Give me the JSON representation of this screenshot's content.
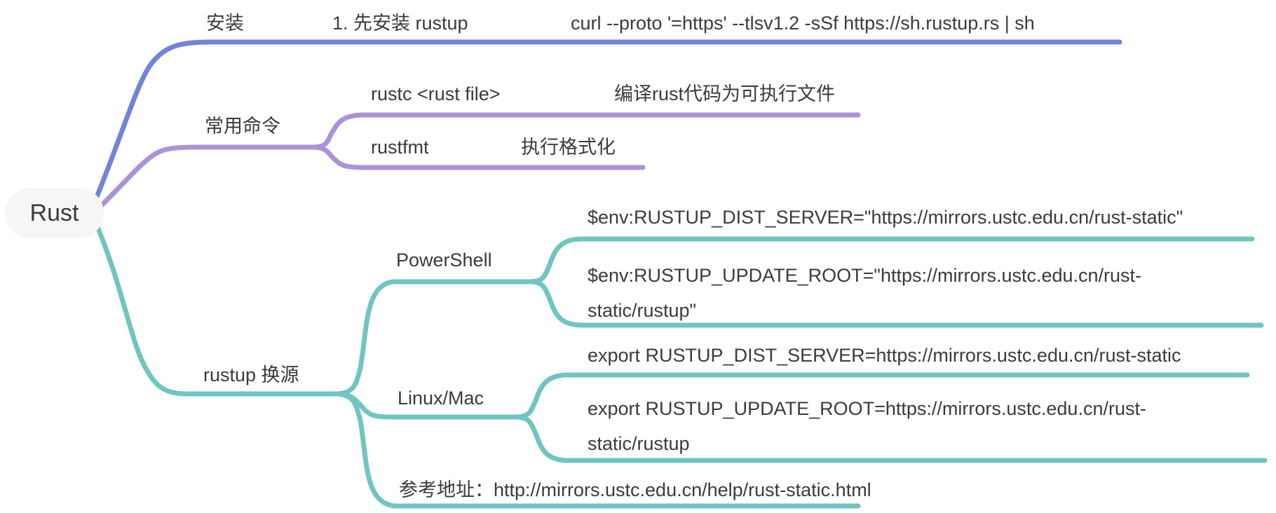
{
  "colors": {
    "canvas-bg": "#ffffff",
    "root-bg": "#f6f6f6",
    "node-text": "#3b3b3b",
    "branch-install": "#7383d8",
    "branch-commands": "#ab93da",
    "branch-mirror": "#70c5c1"
  },
  "root": {
    "label": "Rust"
  },
  "branches": [
    {
      "label": "安装",
      "color": "#7383d8",
      "children": [
        {
          "label": "1. 先安装 rustup",
          "children": [
            {
              "label": "curl --proto '=https' --tlsv1.2 -sSf https://sh.rustup.rs | sh"
            }
          ]
        }
      ]
    },
    {
      "label": "常用命令",
      "color": "#ab93da",
      "children": [
        {
          "label": "rustc <rust file>",
          "children": [
            {
              "label": "编译rust代码为可执行文件"
            }
          ]
        },
        {
          "label": "rustfmt",
          "children": [
            {
              "label": "执行格式化"
            }
          ]
        }
      ]
    },
    {
      "label": "rustup 换源",
      "color": "#70c5c1",
      "children": [
        {
          "label": "PowerShell",
          "children": [
            {
              "lines": [
                "$env:RUSTUP_DIST_SERVER=\"https://mirrors.ustc.edu.cn/rust-static\""
              ]
            },
            {
              "lines": [
                "$env:RUSTUP_UPDATE_ROOT=\"https://mirrors.ustc.edu.cn/rust-",
                "static/rustup\""
              ]
            }
          ]
        },
        {
          "label": "Linux/Mac",
          "children": [
            {
              "lines": [
                "export RUSTUP_DIST_SERVER=https://mirrors.ustc.edu.cn/rust-static"
              ]
            },
            {
              "lines": [
                "export RUSTUP_UPDATE_ROOT=https://mirrors.ustc.edu.cn/rust-",
                "static/rustup"
              ]
            }
          ]
        },
        {
          "label": "参考地址：http://mirrors.ustc.edu.cn/help/rust-static.html"
        }
      ]
    }
  ]
}
